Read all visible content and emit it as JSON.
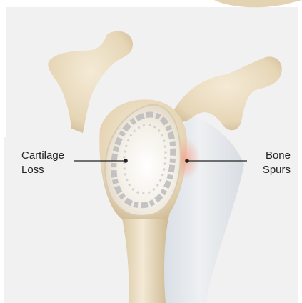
{
  "labels": {
    "cartilage": {
      "line1": "Cartilage",
      "line2": "Loss"
    },
    "bone_spurs": {
      "line1": "Bone",
      "line2": "Spurs"
    }
  },
  "colors": {
    "panel": "#f1f1f2",
    "bone": "#eadcc0",
    "bone_shadow": "#c9b48e",
    "cartilage": "#f7f4ee",
    "worn_cartilage": "#b6b6b8",
    "inflammation": "#f2b7a0",
    "leader_line": "#222222"
  }
}
